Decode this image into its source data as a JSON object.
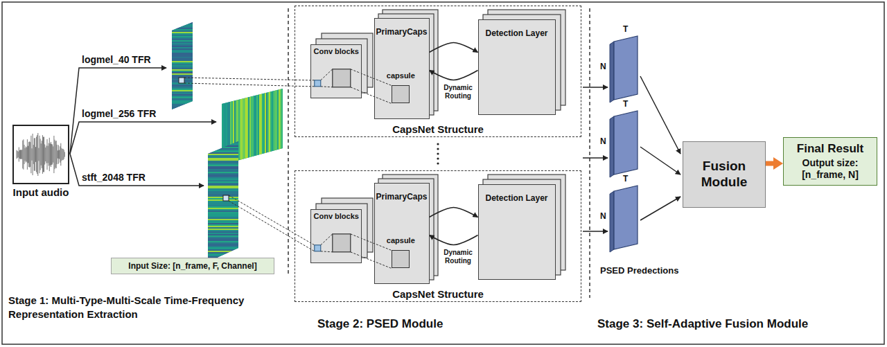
{
  "diagram": {
    "nodes": [
      {
        "text": [
          "Input audio"
        ]
      },
      {
        "text": [
          "Input Size: [n_frame, F, Channel]"
        ]
      },
      {
        "text": [
          "CapsNet Structure"
        ]
      },
      {
        "text": [
          "Conv blocks"
        ],
        "in": 2
      },
      {
        "text": [
          "PrimaryCaps"
        ],
        "in": 2
      },
      {
        "text": [
          "capsule"
        ],
        "in": 4
      },
      {
        "text": [
          "Detection Layer"
        ],
        "in": 2
      },
      {
        "text": [
          "CapsNet Structure"
        ]
      },
      {
        "text": [
          "Conv blocks"
        ],
        "in": 7
      },
      {
        "text": [
          "PrimaryCaps"
        ],
        "in": 7
      },
      {
        "text": [
          "capsule"
        ],
        "in": 9
      },
      {
        "text": [
          "Detection Layer"
        ],
        "in": 7
      },
      {
        "text": [
          "Fusion Module"
        ]
      },
      {
        "text": [
          "Final Result",
          "Output size: [n_frame, N]"
        ]
      }
    ],
    "edges": [
      {
        "from": 4,
        "to": 6,
        "arrow": "to"
      },
      {
        "from": 6,
        "to": 4,
        "arrow": "to"
      },
      {
        "from": 9,
        "to": 11,
        "arrow": "to"
      },
      {
        "from": 11,
        "to": 9,
        "arrow": "to"
      },
      {
        "from": 12,
        "to": 13,
        "arrow": "to"
      }
    ],
    "labels": [
      "logmel_40 TFR",
      "logmel_256 TFR",
      "stft_2048 TFR",
      "Dynamic Routing",
      "Dynamic Routing",
      "T",
      "N",
      "T",
      "N",
      "T",
      "N",
      "PSED Predections",
      "Stage 1: Multi-Type-Multi-Scale Time-Frequency Representation Extraction",
      "Stage 2: PSED Module",
      "Stage 3: Self-Adaptive Fusion Module"
    ]
  }
}
